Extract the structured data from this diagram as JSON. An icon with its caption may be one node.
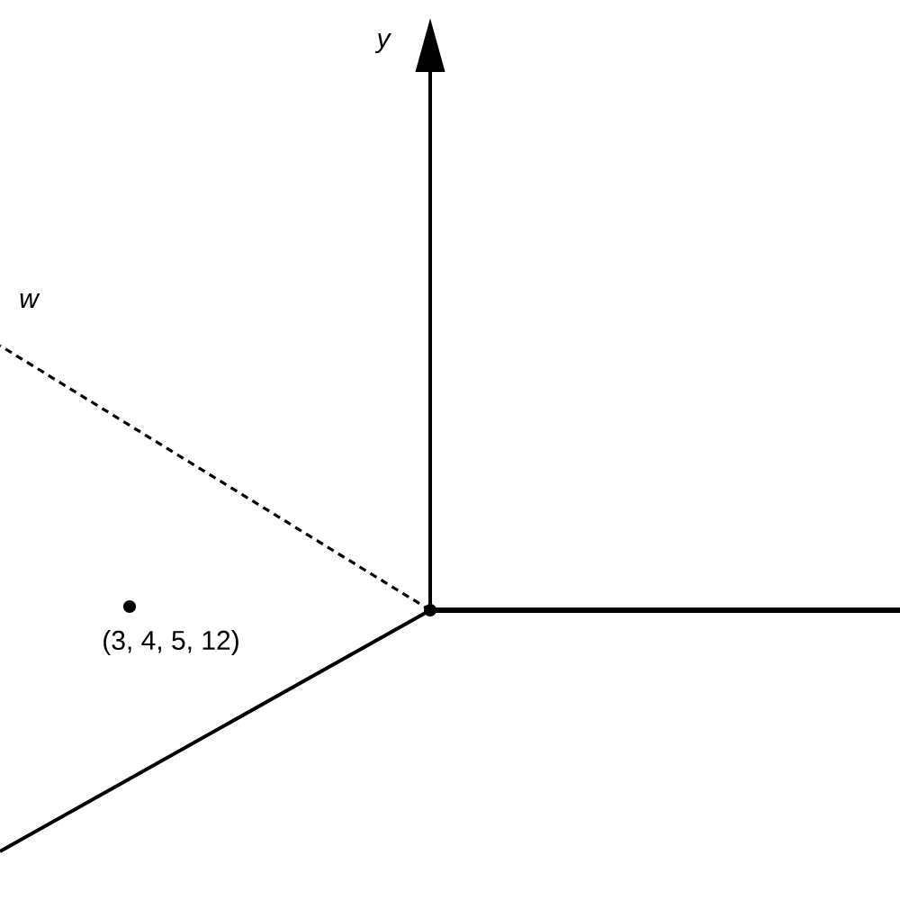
{
  "diagram": {
    "labels": [
      "y",
      "w",
      "(3, 4, 5, 12)"
    ]
  }
}
